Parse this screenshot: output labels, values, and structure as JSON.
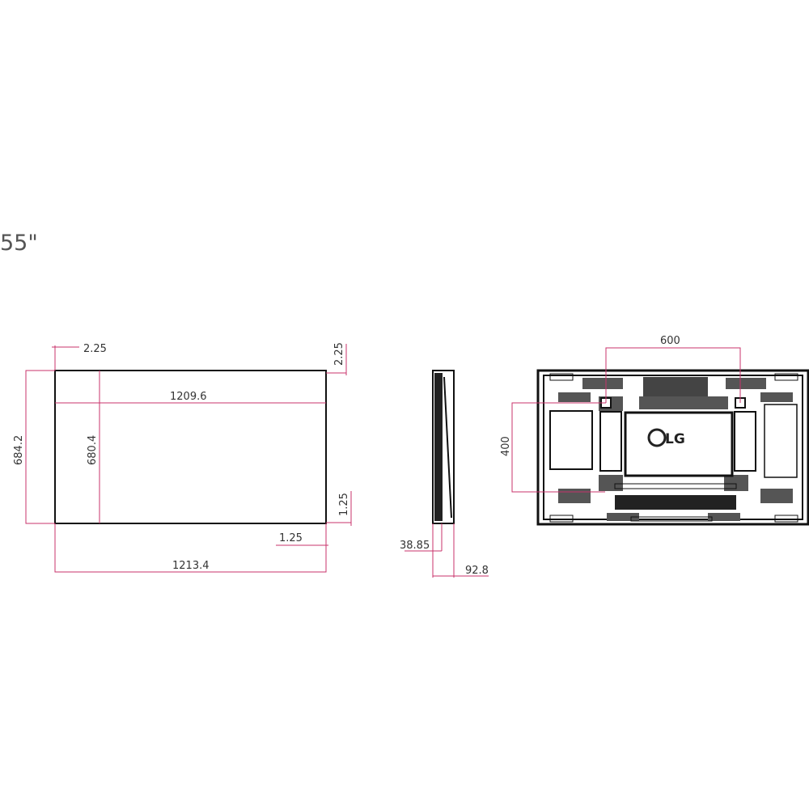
{
  "title": "55\"",
  "colors": {
    "dimension_line": "#c8336b",
    "outline": "#111111",
    "text": "#333333"
  },
  "front_view": {
    "top_left_bezel": "2.25",
    "top_right_bezel": "2.25",
    "active_width": "1209.6",
    "active_height": "680.4",
    "overall_height": "684.2",
    "right_bottom_bezel": "1.25",
    "bottom_bezel": "1.25",
    "overall_width": "1213.4"
  },
  "side_view": {
    "depth_thin": "38.85",
    "depth_total": "92.8"
  },
  "back_view": {
    "vesa_width": "600",
    "vesa_height": "400",
    "logo": "LG"
  }
}
